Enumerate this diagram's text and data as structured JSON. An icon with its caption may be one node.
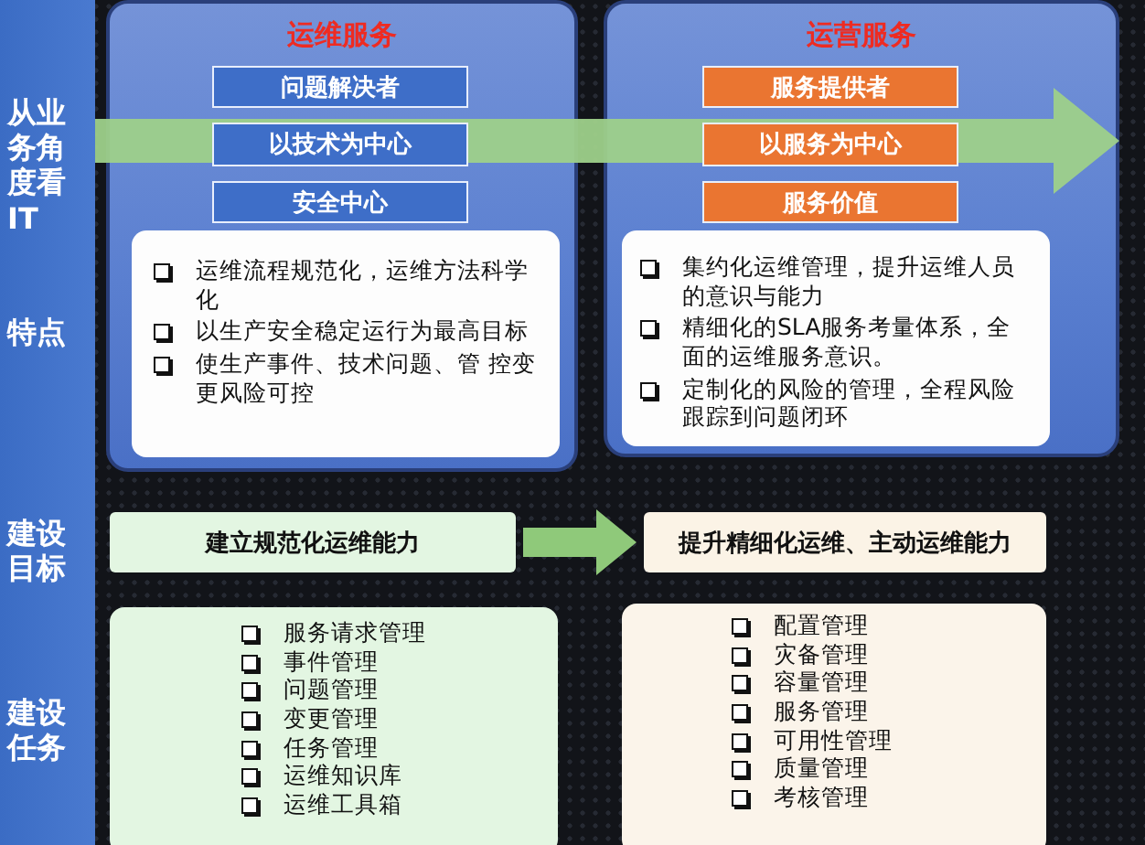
{
  "diagram": {
    "nodes": [
      {
        "text": [
          "运维服务"
        ]
      },
      {
        "text": [
          "问题解决者"
        ],
        "in": 0
      },
      {
        "text": [
          "以技术为中心"
        ],
        "in": 0
      },
      {
        "text": [
          "安全中心"
        ],
        "in": 0
      },
      {
        "text": [
          "运维流程规范化，运维方法科学化",
          "以生产安全稳定运行为最高目标",
          "使生产事件、技术问题、管 控变更风险可控"
        ],
        "in": 0
      },
      {
        "text": [
          "运营服务"
        ]
      },
      {
        "text": [
          "服务提供者"
        ],
        "in": 5
      },
      {
        "text": [
          "以服务为中心"
        ],
        "in": 5
      },
      {
        "text": [
          "服务价值"
        ],
        "in": 5
      },
      {
        "text": [
          "集约化运维管理，提升运维人员的意识与能力",
          "精细化的SLA服务考量体系，全面的运维服务意识。",
          "定制化的风险的管理，全程风险跟踪到问题闭环"
        ],
        "in": 5
      },
      {
        "text": [
          "建立规范化运维能力"
        ]
      },
      {
        "text": [
          "提升精细化运维、主动运维能力"
        ]
      },
      {
        "text": [
          "服务请求管理",
          "事件管理",
          "问题管理",
          "变更管理",
          "任务管理",
          "运维知识库",
          "运维工具箱"
        ]
      },
      {
        "text": [
          "配置管理",
          "灾备管理",
          "容量管理",
          "服务管理",
          "可用性管理",
          "质量管理",
          "考核管理"
        ]
      }
    ],
    "edges": [
      {
        "from": 10,
        "to": 11,
        "arrow": "to",
        "style": "thick",
        "color": "#8fc97a"
      }
    ],
    "labels": [
      "从业务角度看IT",
      "特点",
      "建设目标",
      "建设任务"
    ]
  }
}
